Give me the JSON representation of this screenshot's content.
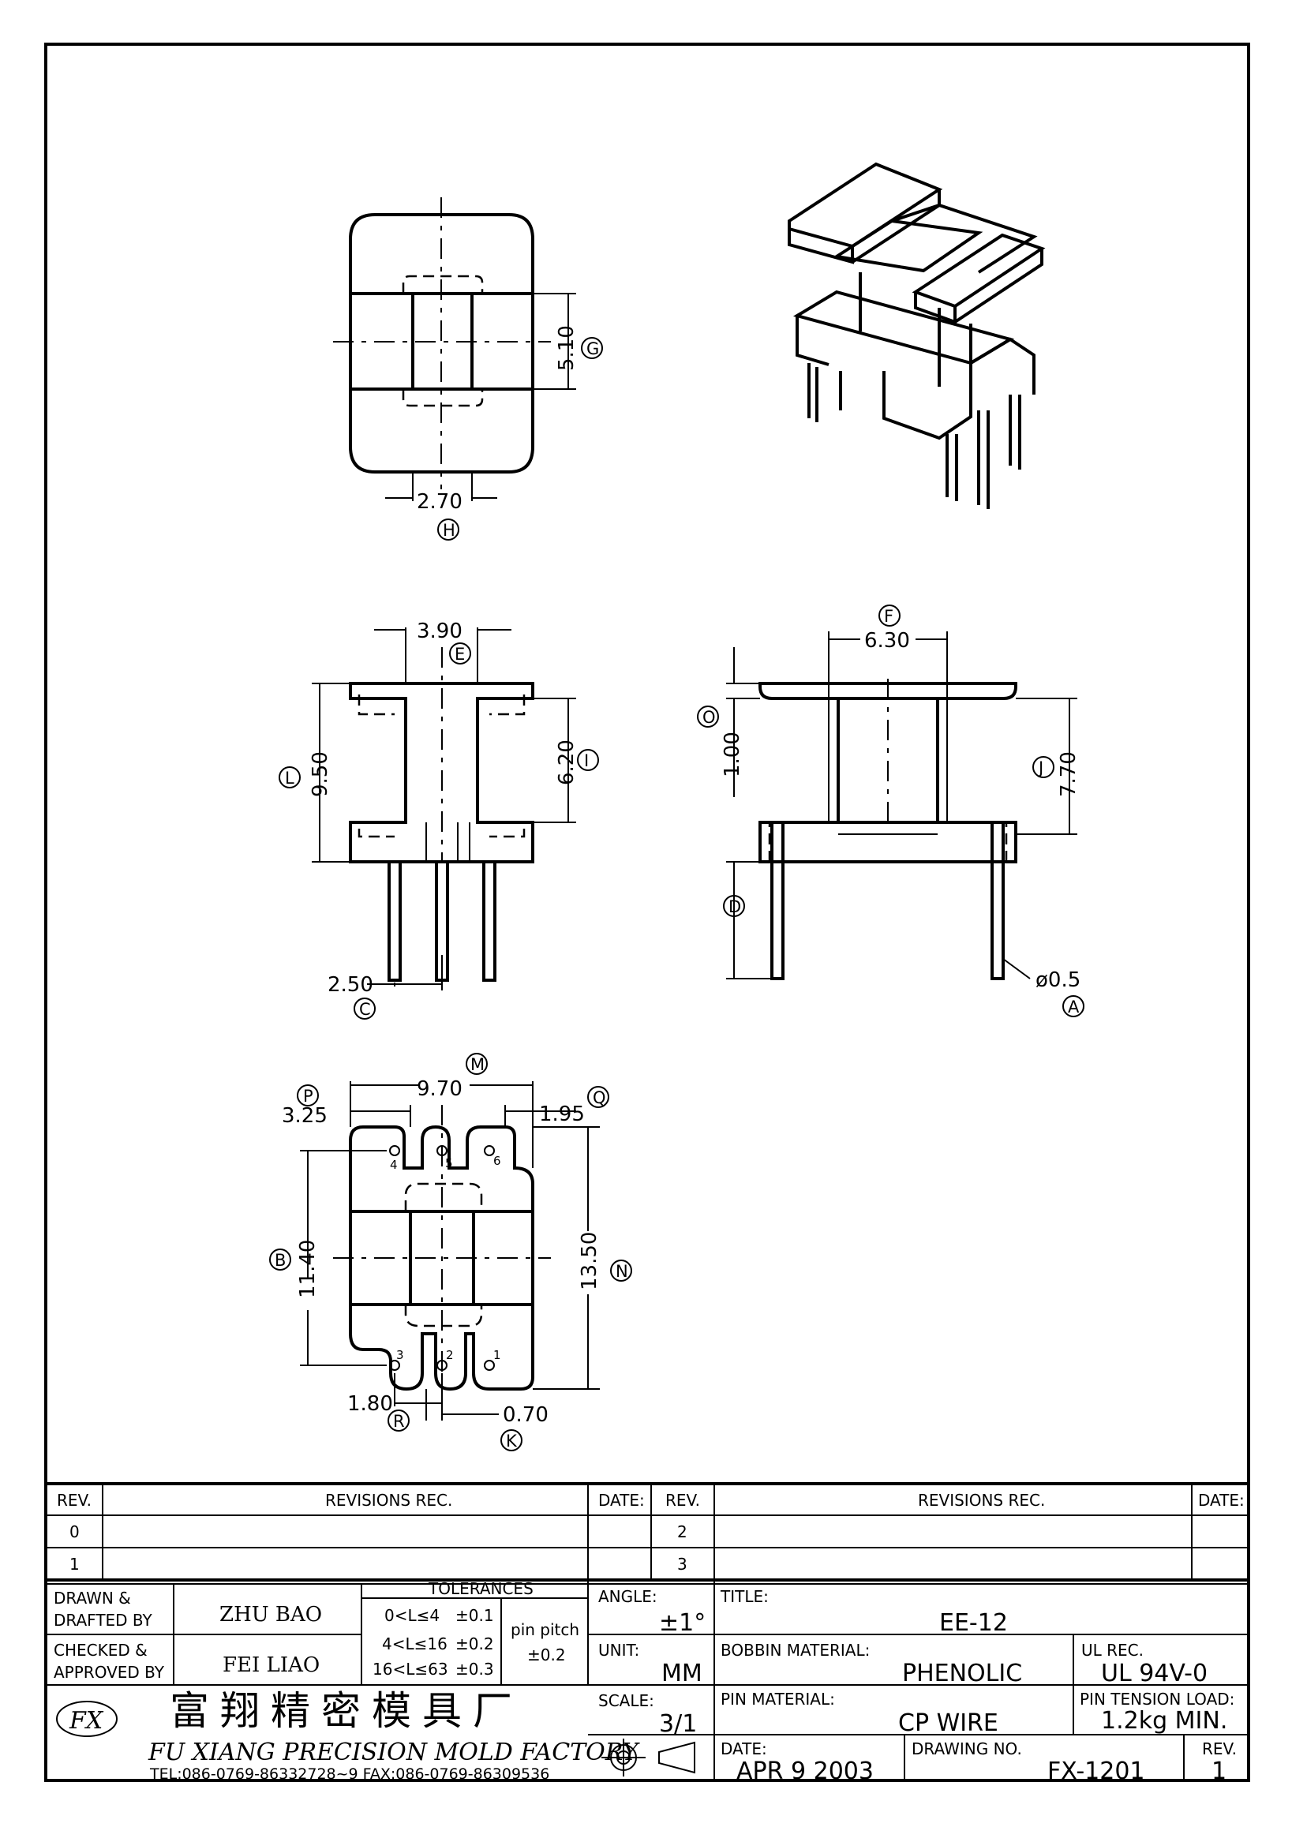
{
  "views": {
    "top": {
      "dims": [
        "5.10",
        "2.70"
      ],
      "refs": [
        "G",
        "H"
      ]
    },
    "front": {
      "dims": [
        "3.90",
        "9.50",
        "6.20",
        "2.50"
      ],
      "refs": [
        "E",
        "L",
        "I",
        "C"
      ]
    },
    "side": {
      "dims": [
        "6.30",
        "1.00",
        "7.70",
        "ø0.5"
      ],
      "refs": [
        "F",
        "O",
        "J",
        "D",
        "A"
      ]
    },
    "bottom": {
      "dims": [
        "9.70",
        "3.25",
        "1.95",
        "11.40",
        "13.50",
        "1.80",
        "0.70"
      ],
      "refs": [
        "M",
        "P",
        "Q",
        "B",
        "N",
        "R",
        "K"
      ],
      "pins": [
        "4",
        "5",
        "6",
        "3",
        "2",
        "1"
      ]
    }
  },
  "revisions": {
    "headers": {
      "rev": "REV.",
      "rec": "REVISIONS  REC.",
      "date": "DATE:"
    },
    "rows_left": [
      "0",
      "1"
    ],
    "rows_right": [
      "2",
      "3"
    ]
  },
  "title_block": {
    "drawn_label": [
      "DRAWN &",
      "DRAFTED BY"
    ],
    "drawn_value": "ZHU  BAO",
    "checked_label": [
      "CHECKED &",
      "APPROVED BY"
    ],
    "checked_value": "FEI LIAO",
    "tolerances_label": "TOLERANCES",
    "tolerance_rows": [
      {
        "range": "0<L≤4",
        "tol": "±0.1"
      },
      {
        "range": "4<L≤16",
        "tol": "±0.2"
      },
      {
        "range": "16<L≤63",
        "tol": "±0.3"
      }
    ],
    "pin_pitch_label": "pin pitch",
    "pin_pitch_value": "±0.2",
    "angle_label": "ANGLE:",
    "angle_value": "±1°",
    "unit_label": "UNIT:",
    "unit_value": "MM",
    "scale_label": "SCALE:",
    "scale_value": "3/1",
    "title_label": "TITLE:",
    "title_value": "EE-12",
    "bobbin_material_label": "BOBBIN MATERIAL:",
    "bobbin_material_value": "PHENOLIC",
    "ul_label": "UL REC.",
    "ul_value": "UL 94V-0",
    "pin_material_label": "PIN MATERIAL:",
    "pin_material_value": "CP WIRE",
    "pin_tension_label": "PIN TENSION LOAD:",
    "pin_tension_value": "1.2kg MIN.",
    "date_label": "DATE:",
    "date_value": "APR 9 2003",
    "drawing_no_label": "DRAWING NO.",
    "drawing_no_value": "FX-1201",
    "rev_label": "REV.",
    "rev_value": "1",
    "company_cn": "富翔精密模具厂",
    "company_en": "FU XIANG PRECISION MOLD FACTORY",
    "company_tel": "TEL:086-0769-86332728~9  FAX:086-0769-86309536",
    "logo_text": "FX"
  }
}
